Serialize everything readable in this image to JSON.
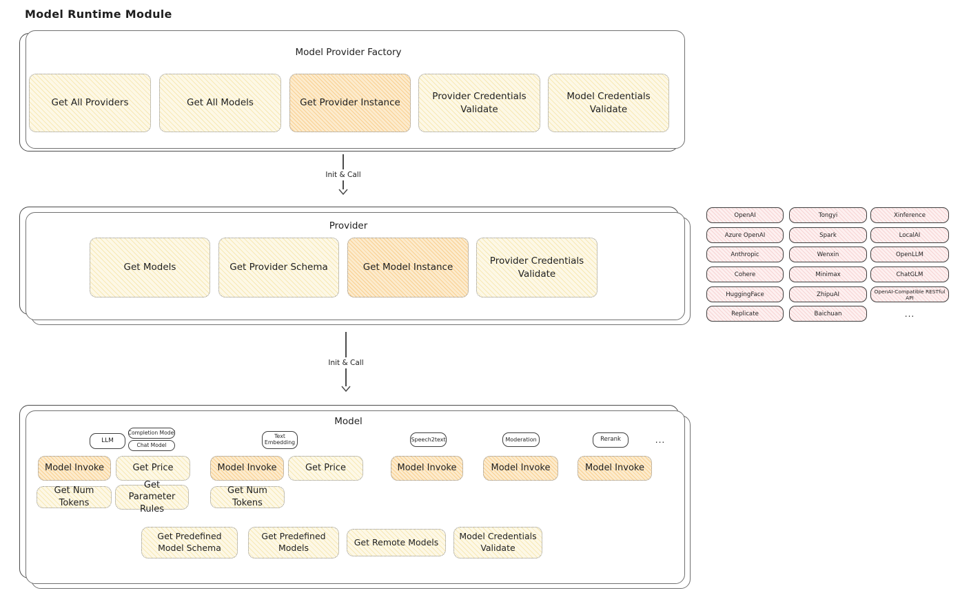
{
  "diagram": {
    "title": "Model Runtime Module",
    "colors": {
      "stroke": "#494949",
      "cream_fill": "#fdf8e6",
      "orange_fill": "#fcebcd",
      "blue_fill": "#e7f2fb",
      "pink_fill": "#fdf0f0"
    },
    "factory": {
      "title": "Model Provider Factory",
      "buttons": [
        "Get All Providers",
        "Get All Models",
        "Get Provider Instance",
        "Provider Credentials Validate",
        "Model Credentials Validate"
      ]
    },
    "arrows": {
      "init_call_1": "Init & Call",
      "init_call_2": "Init & Call"
    },
    "provider": {
      "title": "Provider",
      "buttons": [
        "Get Models",
        "Get Provider Schema",
        "Get Model Instance",
        "Provider Credentials Validate"
      ]
    },
    "provider_list": {
      "rows": [
        [
          "OpenAI",
          "Tongyi",
          "Xinference"
        ],
        [
          "Azure OpenAI",
          "Spark",
          "LocalAI"
        ],
        [
          "Anthropic",
          "Wenxin",
          "OpenLLM"
        ],
        [
          "Cohere",
          "Minimax",
          "ChatGLM"
        ],
        [
          "HuggingFace",
          "ZhipuAI",
          "OpenAI-Compatible RESTful API"
        ],
        [
          "Replicate",
          "Baichuan",
          "..."
        ]
      ]
    },
    "model": {
      "title": "Model",
      "tabs": [
        "LLM",
        "Completion Model",
        "Chat Model",
        "Text Embedding",
        "Speech2text",
        "Moderation",
        "Rerank"
      ],
      "tabs_ellipsis": "...",
      "row1": [
        "Model Invoke",
        "Get Price",
        "Model Invoke",
        "Get Price",
        "Model Invoke",
        "Model Invoke",
        "Model Invoke"
      ],
      "row2": [
        "Get Num Tokens",
        "Get Parameter Rules",
        "Get Num Tokens"
      ],
      "row3": [
        "Get Predefined Model Schema",
        "Get Predefined Models",
        "Get Remote Models",
        "Model Credentials Validate"
      ]
    }
  }
}
